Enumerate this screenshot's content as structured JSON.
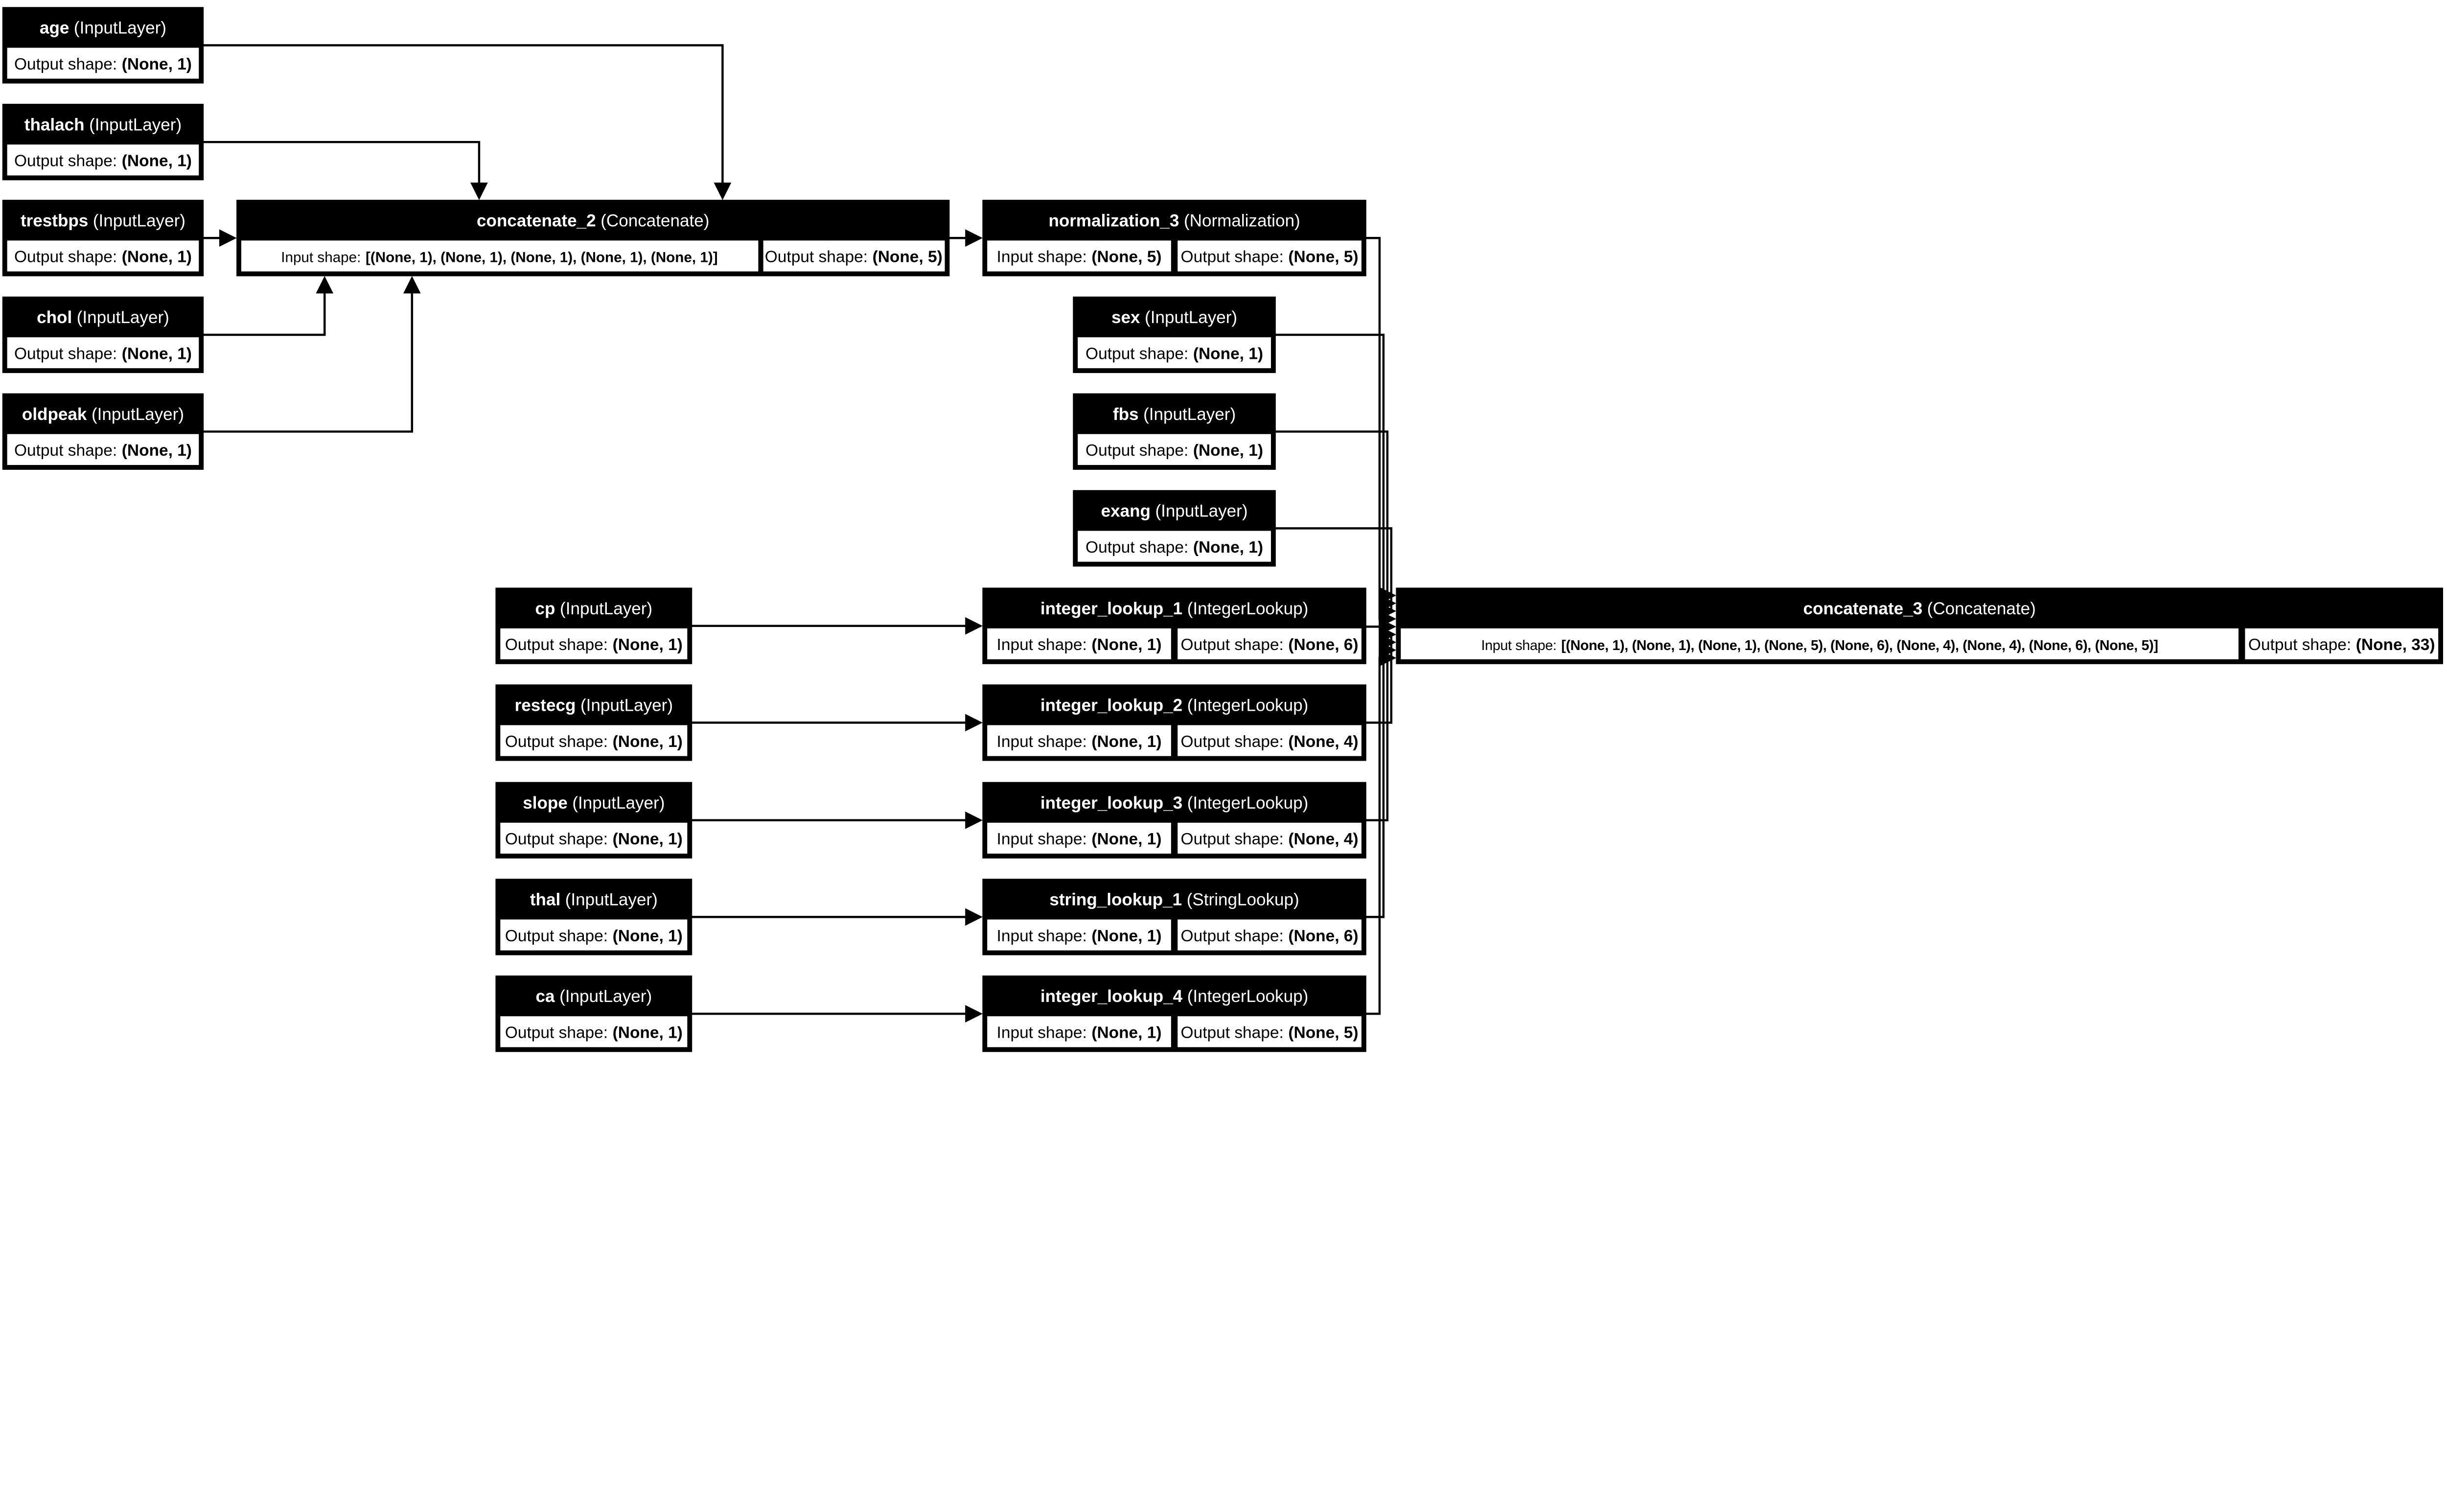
{
  "labels": {
    "input_prefix": "Input shape:",
    "output_prefix": "Output shape:"
  },
  "colors": {
    "node_fill": "#000000",
    "node_title_text": "#ffffff",
    "cell_fill": "#ffffff",
    "cell_text": "#000000",
    "edge": "#000000"
  },
  "nodes": {
    "age": {
      "name": "age",
      "type": "(InputLayer)",
      "out": "(None, 1)"
    },
    "thalach": {
      "name": "thalach",
      "type": "(InputLayer)",
      "out": "(None, 1)"
    },
    "trestbps": {
      "name": "trestbps",
      "type": "(InputLayer)",
      "out": "(None, 1)"
    },
    "chol": {
      "name": "chol",
      "type": "(InputLayer)",
      "out": "(None, 1)"
    },
    "oldpeak": {
      "name": "oldpeak",
      "type": "(InputLayer)",
      "out": "(None, 1)"
    },
    "sex": {
      "name": "sex",
      "type": "(InputLayer)",
      "out": "(None, 1)"
    },
    "fbs": {
      "name": "fbs",
      "type": "(InputLayer)",
      "out": "(None, 1)"
    },
    "exang": {
      "name": "exang",
      "type": "(InputLayer)",
      "out": "(None, 1)"
    },
    "cp": {
      "name": "cp",
      "type": "(InputLayer)",
      "out": "(None, 1)"
    },
    "restecg": {
      "name": "restecg",
      "type": "(InputLayer)",
      "out": "(None, 1)"
    },
    "slope": {
      "name": "slope",
      "type": "(InputLayer)",
      "out": "(None, 1)"
    },
    "thal": {
      "name": "thal",
      "type": "(InputLayer)",
      "out": "(None, 1)"
    },
    "ca": {
      "name": "ca",
      "type": "(InputLayer)",
      "out": "(None, 1)"
    },
    "concatenate_2": {
      "name": "concatenate_2",
      "type": "(Concatenate)",
      "in": "[(None, 1), (None, 1), (None, 1), (None, 1), (None, 1)]",
      "out": "(None, 5)"
    },
    "normalization_3": {
      "name": "normalization_3",
      "type": "(Normalization)",
      "in": "(None, 5)",
      "out": "(None, 5)"
    },
    "integer_lookup_1": {
      "name": "integer_lookup_1",
      "type": "(IntegerLookup)",
      "in": "(None, 1)",
      "out": "(None, 6)"
    },
    "integer_lookup_2": {
      "name": "integer_lookup_2",
      "type": "(IntegerLookup)",
      "in": "(None, 1)",
      "out": "(None, 4)"
    },
    "integer_lookup_3": {
      "name": "integer_lookup_3",
      "type": "(IntegerLookup)",
      "in": "(None, 1)",
      "out": "(None, 4)"
    },
    "string_lookup_1": {
      "name": "string_lookup_1",
      "type": "(StringLookup)",
      "in": "(None, 1)",
      "out": "(None, 6)"
    },
    "integer_lookup_4": {
      "name": "integer_lookup_4",
      "type": "(IntegerLookup)",
      "in": "(None, 1)",
      "out": "(None, 5)"
    },
    "concatenate_3": {
      "name": "concatenate_3",
      "type": "(Concatenate)",
      "in": "[(None, 1), (None, 1), (None, 1), (None, 5), (None, 6), (None, 4), (None, 4), (None, 6), (None, 5)]",
      "out": "(None, 33)"
    }
  }
}
